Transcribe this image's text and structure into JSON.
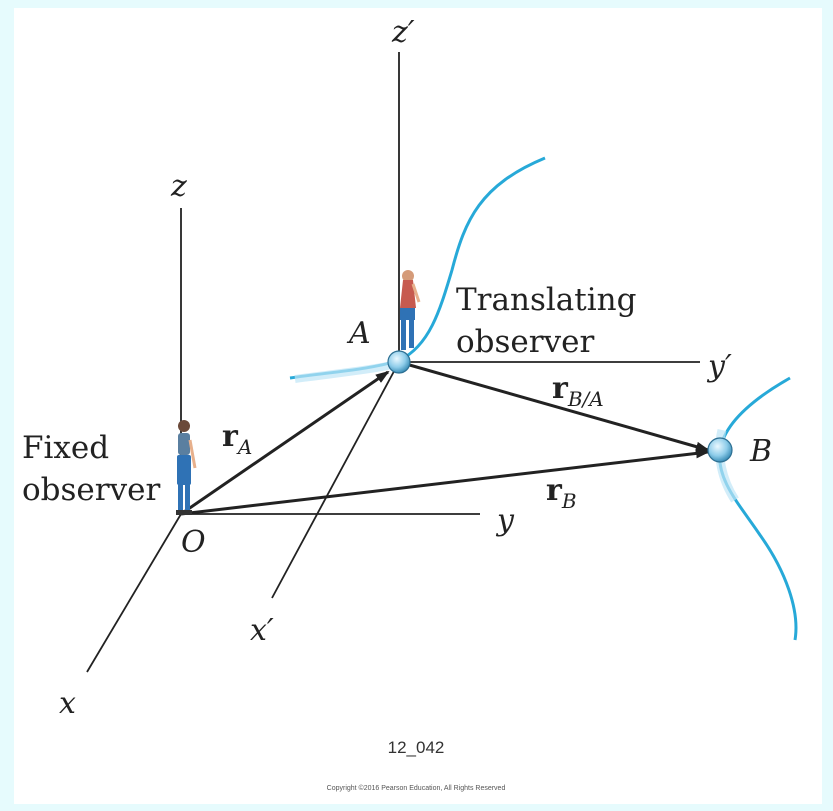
{
  "labels": {
    "z_axis": "z",
    "z_prime_axis": "z′",
    "y_axis": "y",
    "y_prime_axis": "y′",
    "x_axis": "x",
    "x_prime_axis": "x′",
    "point_o": "O",
    "point_a": "A",
    "point_b": "B",
    "fixed_observer_line1": "Fixed",
    "fixed_observer_line2": "observer",
    "translating_observer_line1": "Translating",
    "translating_observer_line2": "observer",
    "r_a_main": "r",
    "r_a_sub": "A",
    "r_b_main": "r",
    "r_b_sub": "B",
    "r_ba_main": "r",
    "r_ba_sub": "B/A"
  },
  "figure_id": "12_042",
  "copyright": "Copyright ©2016 Pearson Education, All Rights Reserved",
  "colors": {
    "background": "#e6fbfd",
    "path_curve": "#27a9d8",
    "particle": "#9fd7ee",
    "particle_halo": "#cdebf8",
    "lines": "#222222"
  },
  "icons": {
    "fixed_observer": "person-standing-icon",
    "translating_observer": "person-standing-icon"
  }
}
